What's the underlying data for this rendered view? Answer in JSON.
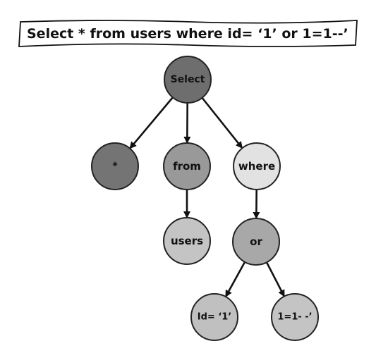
{
  "query": "Select * from users where id=  ‘1’  or 1=1--’",
  "nodes": [
    {
      "id": "select",
      "label": "Select",
      "fill": "#6e6e6e"
    },
    {
      "id": "star",
      "label": "*",
      "fill": "#747474"
    },
    {
      "id": "from",
      "label": "from",
      "fill": "#999999"
    },
    {
      "id": "where",
      "label": "where",
      "fill": "#e2e2e2"
    },
    {
      "id": "users",
      "label": "users",
      "fill": "#c4c4c4"
    },
    {
      "id": "or",
      "label": "or",
      "fill": "#a8a8a8"
    },
    {
      "id": "id-eq",
      "label": "Id=  ‘1’",
      "fill": "#c0c0c0"
    },
    {
      "id": "one-eq-one",
      "label": "1=1- -’",
      "fill": "#c4c4c4"
    }
  ],
  "edges": [
    {
      "from": "select",
      "to": "star"
    },
    {
      "from": "select",
      "to": "from"
    },
    {
      "from": "select",
      "to": "where"
    },
    {
      "from": "from",
      "to": "users"
    },
    {
      "from": "where",
      "to": "or"
    },
    {
      "from": "or",
      "to": "id-eq"
    },
    {
      "from": "or",
      "to": "one-eq-one"
    }
  ]
}
